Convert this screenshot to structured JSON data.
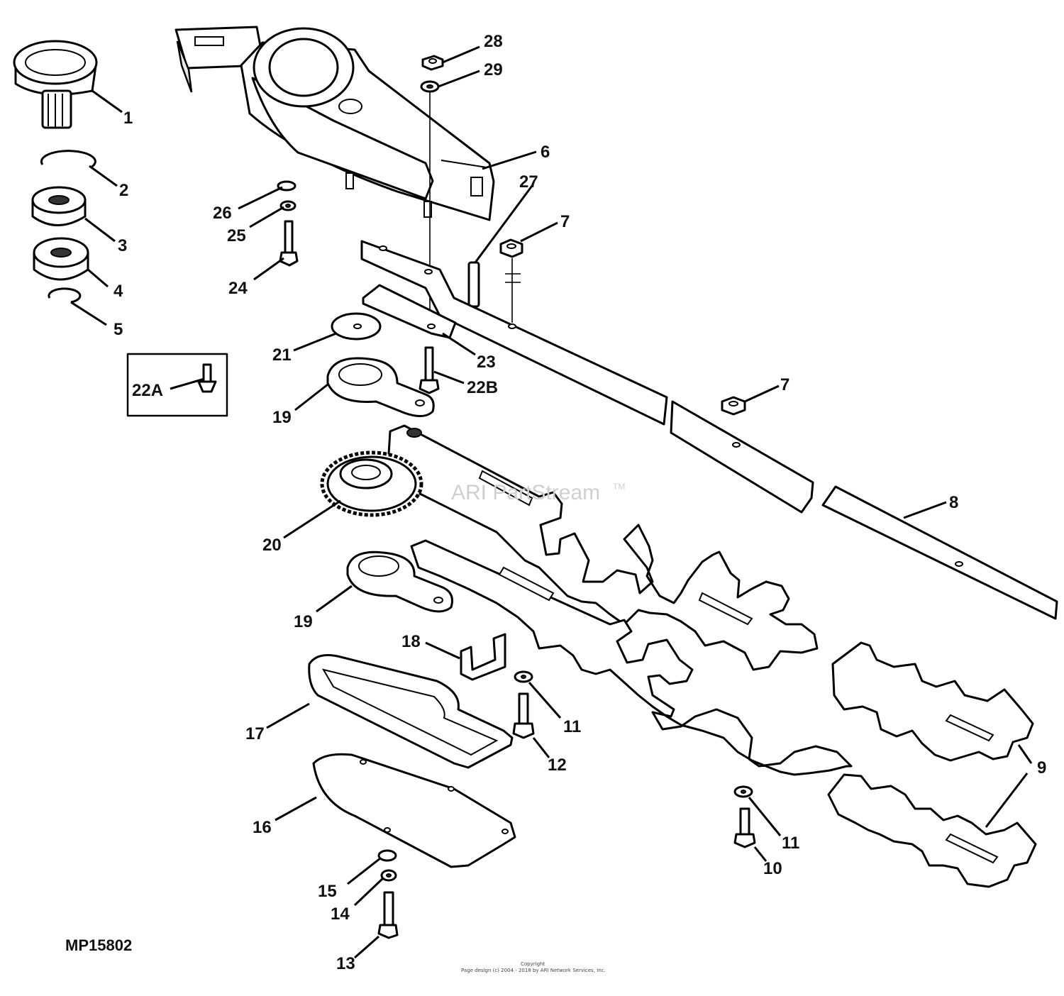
{
  "figure_id": "MP15802",
  "watermark": "ARI PartStream",
  "watermark_tm": "TM",
  "copyright_title": "Copyright",
  "copyright_text": "Page design (c) 2004 - 2018 by ARI Network Services, Inc.",
  "callouts": {
    "c1": "1",
    "c2": "2",
    "c3": "3",
    "c4": "4",
    "c5": "5",
    "c6": "6",
    "c7a": "7",
    "c7b": "7",
    "c8": "8",
    "c9": "9",
    "c10": "10",
    "c11a": "11",
    "c11b": "11",
    "c12": "12",
    "c13": "13",
    "c14": "14",
    "c15": "15",
    "c16": "16",
    "c17": "17",
    "c18": "18",
    "c19a": "19",
    "c19b": "19",
    "c20": "20",
    "c21": "21",
    "c22a": "22A",
    "c22b": "22B",
    "c23": "23",
    "c24": "24",
    "c25": "25",
    "c26": "26",
    "c27": "27",
    "c28": "28",
    "c29": "29"
  }
}
